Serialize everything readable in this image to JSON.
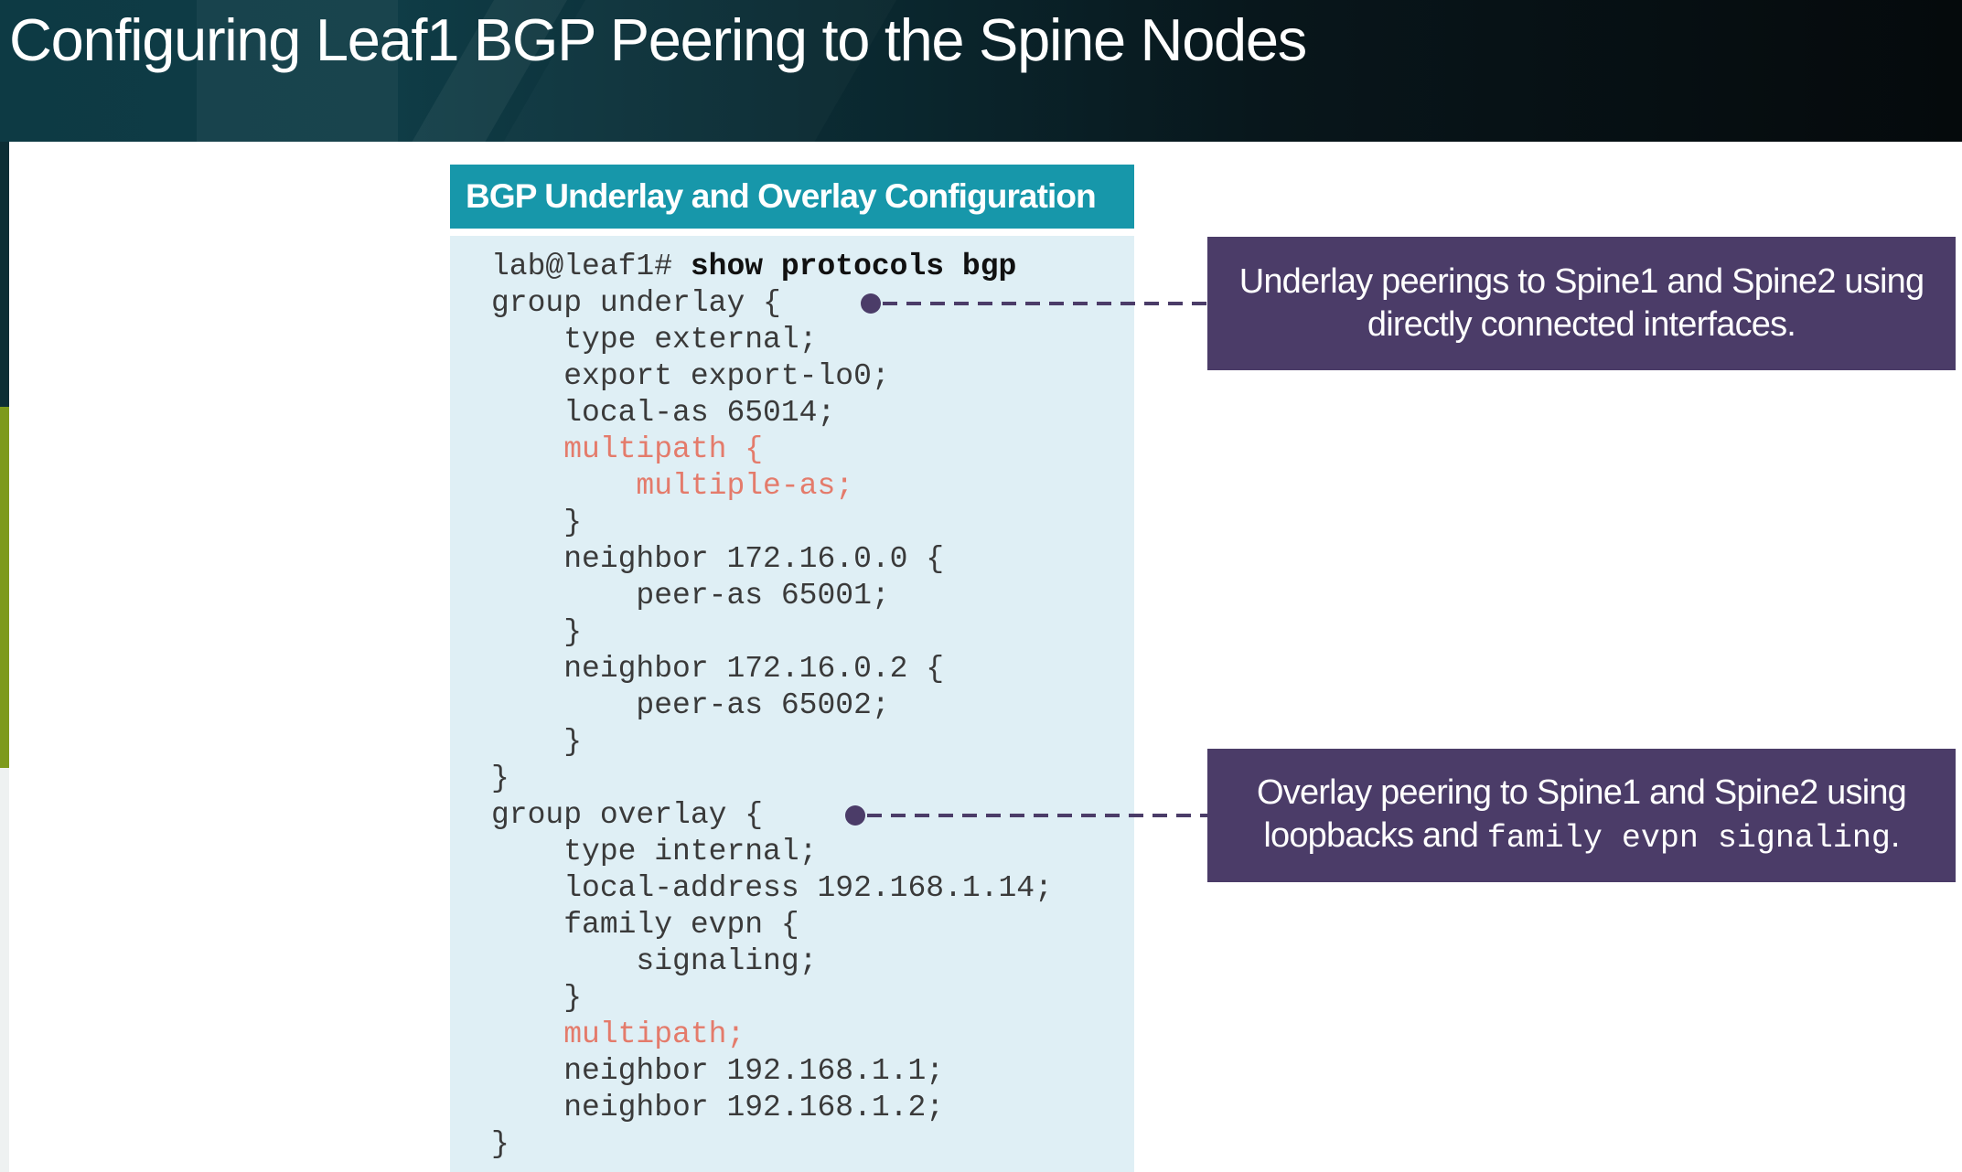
{
  "slide": {
    "title": "Configuring Leaf1 BGP Peering to the Spine Nodes",
    "section_header": "BGP Underlay and Overlay Configuration"
  },
  "code": {
    "prompt": "lab@leaf1# ",
    "command": "show protocols bgp",
    "lines": [
      "group underlay {",
      "    type external;",
      "    export export-lo0;",
      "    local-as 65014;",
      "    multipath {",
      "        multiple-as;",
      "    }",
      "    neighbor 172.16.0.0 {",
      "        peer-as 65001;",
      "    }",
      "    neighbor 172.16.0.2 {",
      "        peer-as 65002;",
      "    }",
      "}",
      "group overlay {",
      "    type internal;",
      "    local-address 192.168.1.14;",
      "    family evpn {",
      "        signaling;",
      "    }",
      "    multipath;",
      "    neighbor 192.168.1.1;",
      "    neighbor 192.168.1.2;",
      "}"
    ]
  },
  "callouts": {
    "underlay": {
      "line1": "Underlay peerings to Spine1 and Spine2 using",
      "line2": "directly connected interfaces."
    },
    "overlay": {
      "line1": "Overlay peering to Spine1 and Spine2 using",
      "line2_text": "loopbacks and ",
      "line2_code": "family evpn signaling",
      "line2_end": "."
    }
  },
  "colors": {
    "header_teal": "#1797aa",
    "code_bg": "#dfeff5",
    "callout_purple": "#4b3c68",
    "highlight_salmon": "#e47b6b",
    "accent_green": "#7d9a1c"
  }
}
